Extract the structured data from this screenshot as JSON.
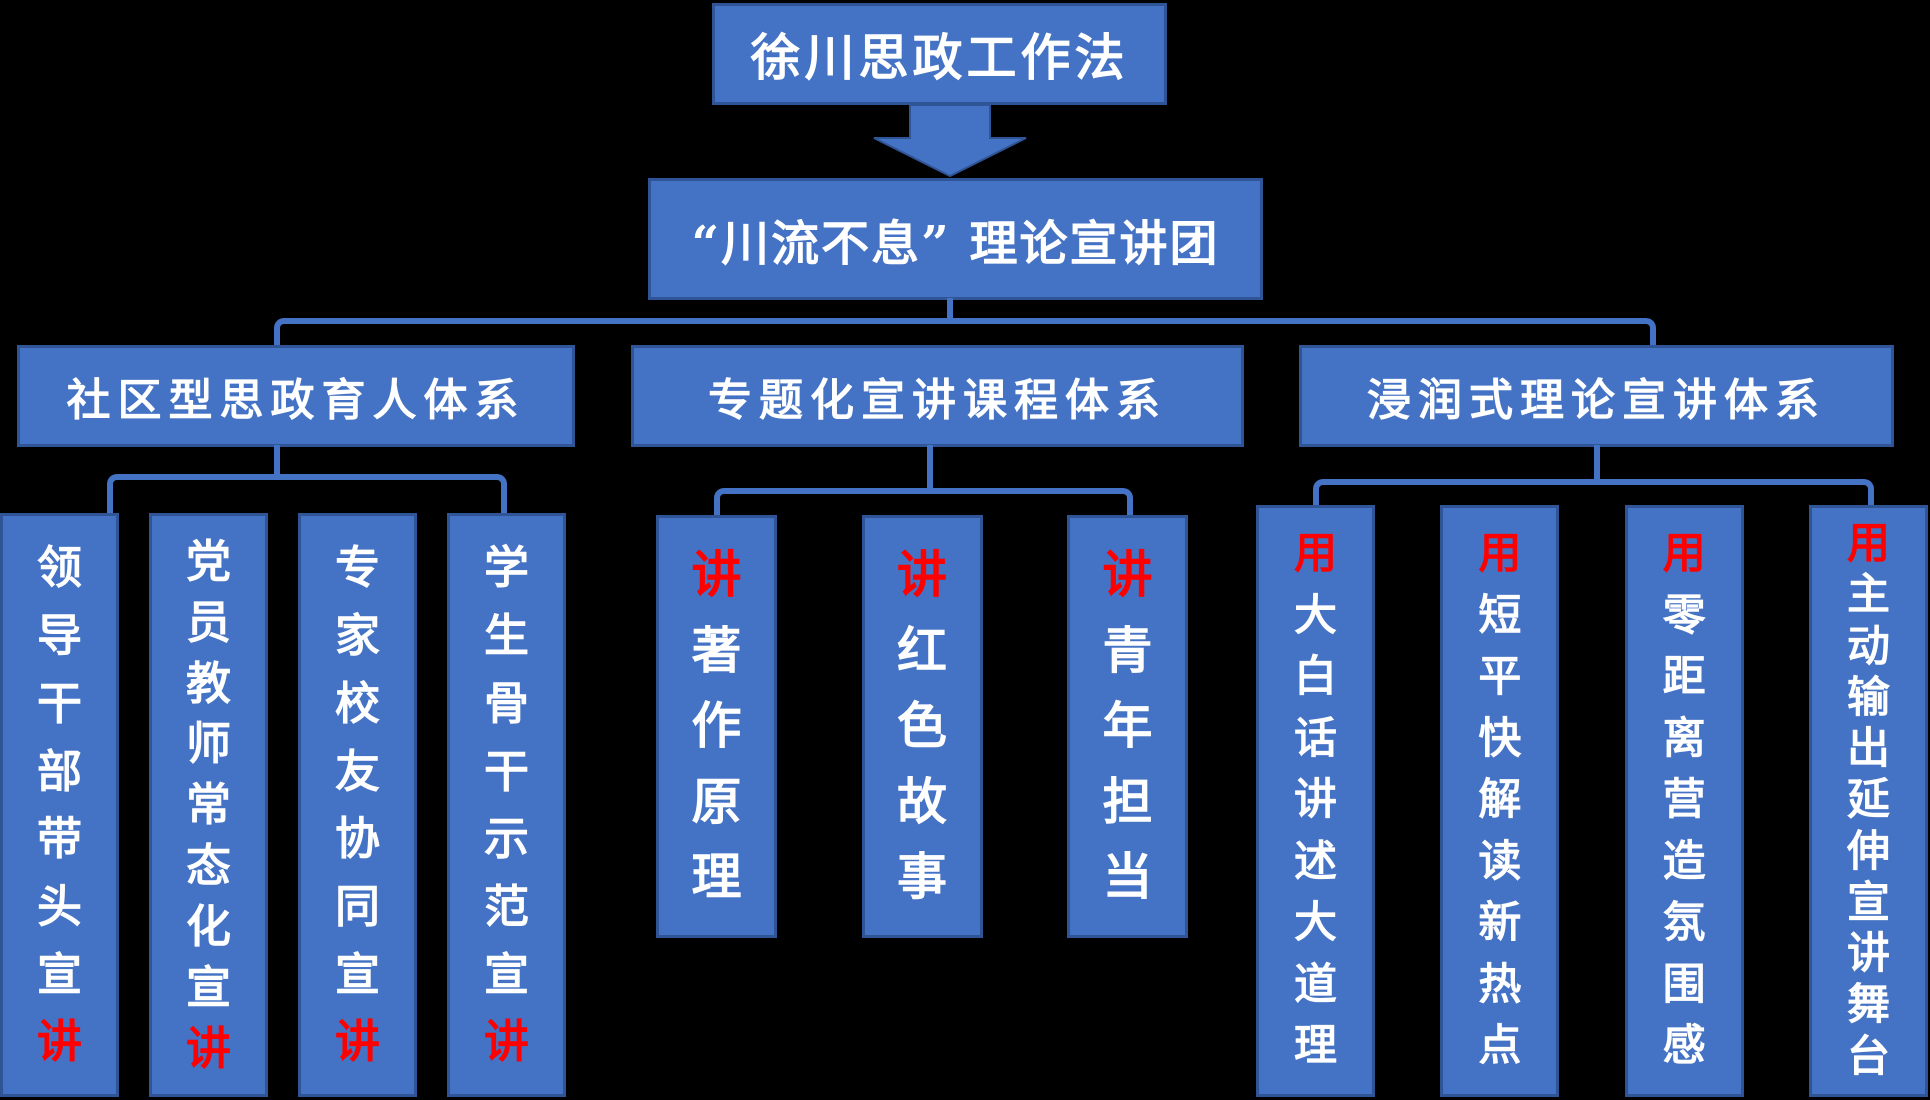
{
  "palette": {
    "background": "#000000",
    "box_fill": "#4472C4",
    "box_border": "#2F5597",
    "connector": "#4472C4",
    "text_white": "#FFFFFF",
    "text_red": "#FF0000"
  },
  "root": {
    "label": "徐川思政工作法"
  },
  "team": {
    "label": "“川流不息” 理论宣讲团"
  },
  "branches": [
    {
      "header": "社区型思政育人体系",
      "columns": [
        {
          "white": "领导干部带头宣",
          "red": "讲",
          "red_position": "end"
        },
        {
          "white": "党员教师常态化宣",
          "red": "讲",
          "red_position": "end"
        },
        {
          "white": "专家校友协同宣",
          "red": "讲",
          "red_position": "end"
        },
        {
          "white": "学生骨干示范宣",
          "red": "讲",
          "red_position": "end"
        }
      ]
    },
    {
      "header": "专题化宣讲课程体系",
      "columns": [
        {
          "red": "讲",
          "white": "著作原理",
          "red_position": "start"
        },
        {
          "red": "讲",
          "white": "红色故事",
          "red_position": "start"
        },
        {
          "red": "讲",
          "white": "青年担当",
          "red_position": "start"
        }
      ]
    },
    {
      "header": "浸润式理论宣讲体系",
      "columns": [
        {
          "red": "用",
          "white": "大白话讲述大道理",
          "red_position": "start"
        },
        {
          "red": "用",
          "white": "短平快解读新热点",
          "red_position": "start"
        },
        {
          "red": "用",
          "white": "零距离营造氛围感",
          "red_position": "start"
        },
        {
          "red": "用",
          "white": "主动输出延伸宣讲舞台",
          "red_position": "start"
        }
      ]
    }
  ]
}
